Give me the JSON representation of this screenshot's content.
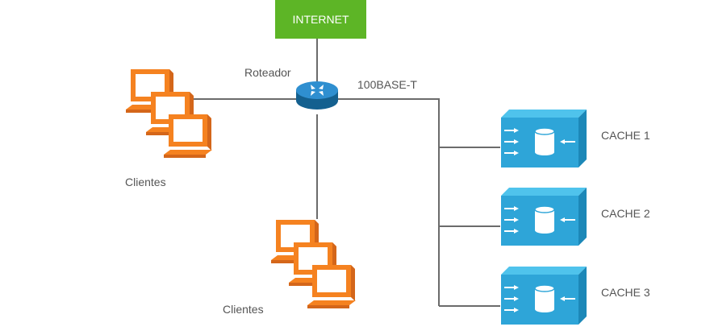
{
  "internet": {
    "label": "INTERNET",
    "color": "#5db526"
  },
  "router": {
    "label": "Roteador",
    "color": "#1f7fc0",
    "icon": "router-icon"
  },
  "link_label": "100BASE-T",
  "clients": [
    {
      "label": "Clientes",
      "icon": "computer-icon"
    },
    {
      "label": "Clientes",
      "icon": "computer-icon"
    }
  ],
  "caches": [
    {
      "label": "CACHE 1",
      "icon": "cache-server-icon"
    },
    {
      "label": "CACHE 2",
      "icon": "cache-server-icon"
    },
    {
      "label": "CACHE 3",
      "icon": "cache-server-icon"
    }
  ],
  "colors": {
    "computer": "#f58220",
    "computer_dark": "#d4661a",
    "cache_front": "#2ea5d8",
    "cache_top": "#4fc3ec",
    "cache_side": "#1c88b8",
    "line": "#6b6b6b"
  }
}
